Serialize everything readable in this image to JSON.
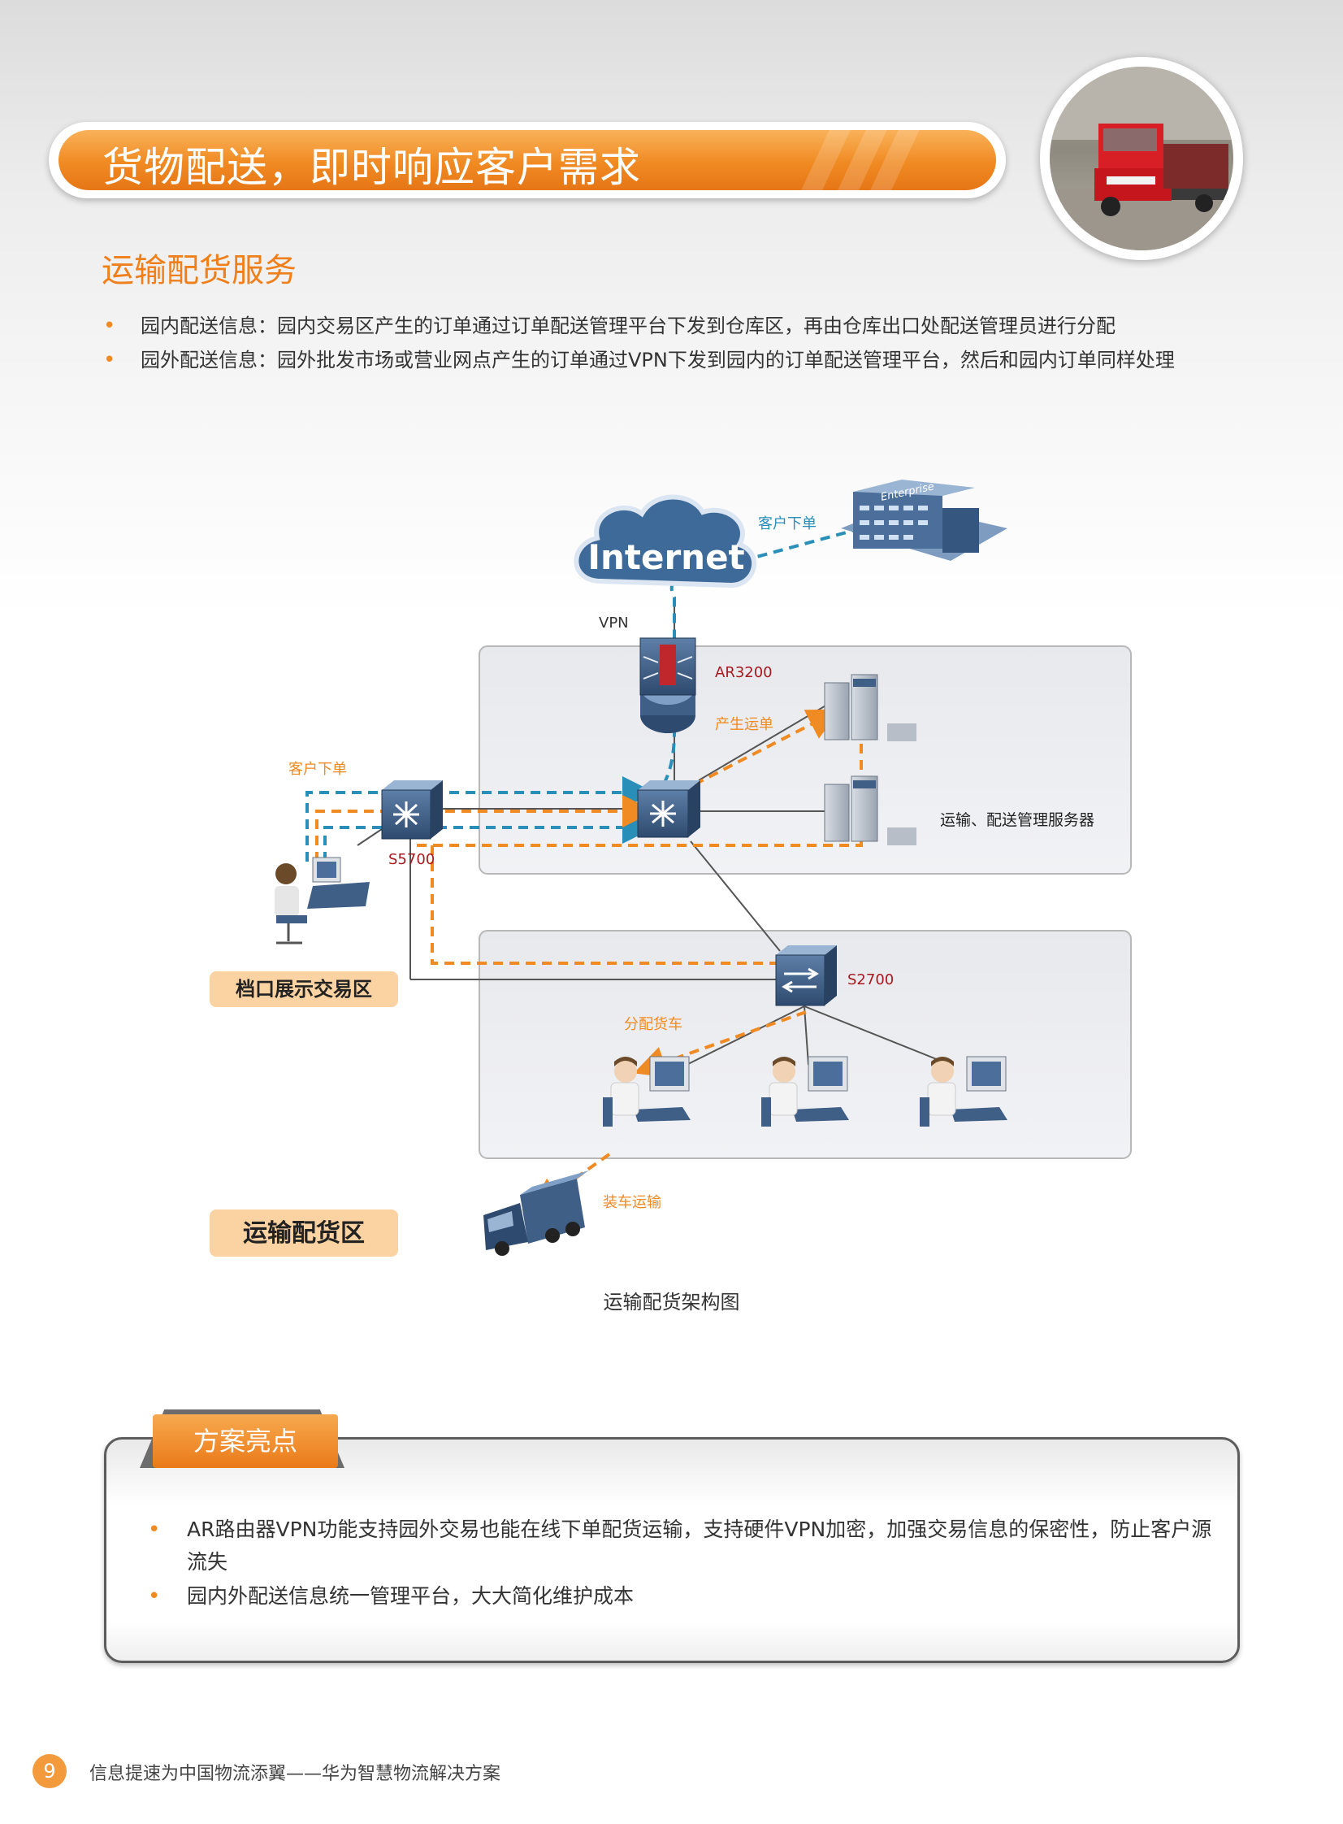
{
  "banner": {
    "title": "货物配送，即时响应客户需求"
  },
  "section": {
    "title": "运输配货服务",
    "bullets": [
      "园内配送信息：园内交易区产生的订单通过订单配送管理平台下发到仓库区，再由仓库出口处配送管理员进行分配",
      "园外配送信息：园外批发市场或营业网点产生的订单通过VPN下发到园内的订单配送管理平台，然后和园内订单同样处理"
    ]
  },
  "diagram": {
    "internet": "Internet",
    "enterprise": "Enterprise",
    "vpn": "VPN",
    "customer_order_top": "客户下单",
    "ar3200": "AR3200",
    "generate_waybill": "产生运单",
    "customer_order_left": "客户下单",
    "s5700": "S5700",
    "server_label": "运输、配送管理服务器",
    "s2700": "S2700",
    "zone_booth": "档口展示交易区",
    "assign_truck": "分配货车",
    "load_transport": "装车运输",
    "zone_transport": "运输配货区"
  },
  "caption": "运输配货架构图",
  "highlights": {
    "tab": "方案亮点",
    "bullets": [
      "AR路由器VPN功能支持园外交易也能在线下单配货运输，支持硬件VPN加密，加强交易信息的保密性，防止客户源流失",
      "园内外配送信息统一管理平台，大大简化维护成本"
    ]
  },
  "footer": {
    "page": "9",
    "text": "信息提速为中国物流添翼——华为智慧物流解决方案"
  },
  "colors": {
    "accent_orange": "#f08a22",
    "dashed_blue": "#2a8fb8",
    "device_blue": "#3f5f86"
  }
}
